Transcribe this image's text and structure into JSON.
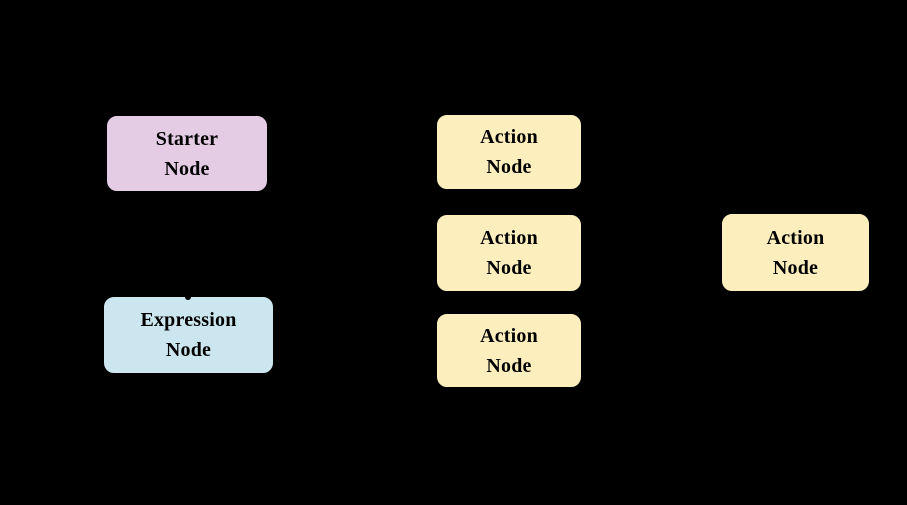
{
  "diagram": {
    "background_color": "#000000",
    "node_border_color": "#000000",
    "text_color": "#000000",
    "nodes": [
      {
        "id": "starter-node",
        "label": "Starter\nNode",
        "fill_color": "#e4cce4"
      },
      {
        "id": "expression-node",
        "label": "Expression\nNode",
        "fill_color": "#cbe6ef"
      },
      {
        "id": "action-node-1",
        "label": "Action\nNode",
        "fill_color": "#fdeebd"
      },
      {
        "id": "action-node-2",
        "label": "Action\nNode",
        "fill_color": "#fdeebd"
      },
      {
        "id": "action-node-3",
        "label": "Action\nNode",
        "fill_color": "#fdeebd"
      },
      {
        "id": "action-node-4",
        "label": "Action\nNode",
        "fill_color": "#fdeebd"
      }
    ],
    "connector_dot_color": "#000000"
  }
}
